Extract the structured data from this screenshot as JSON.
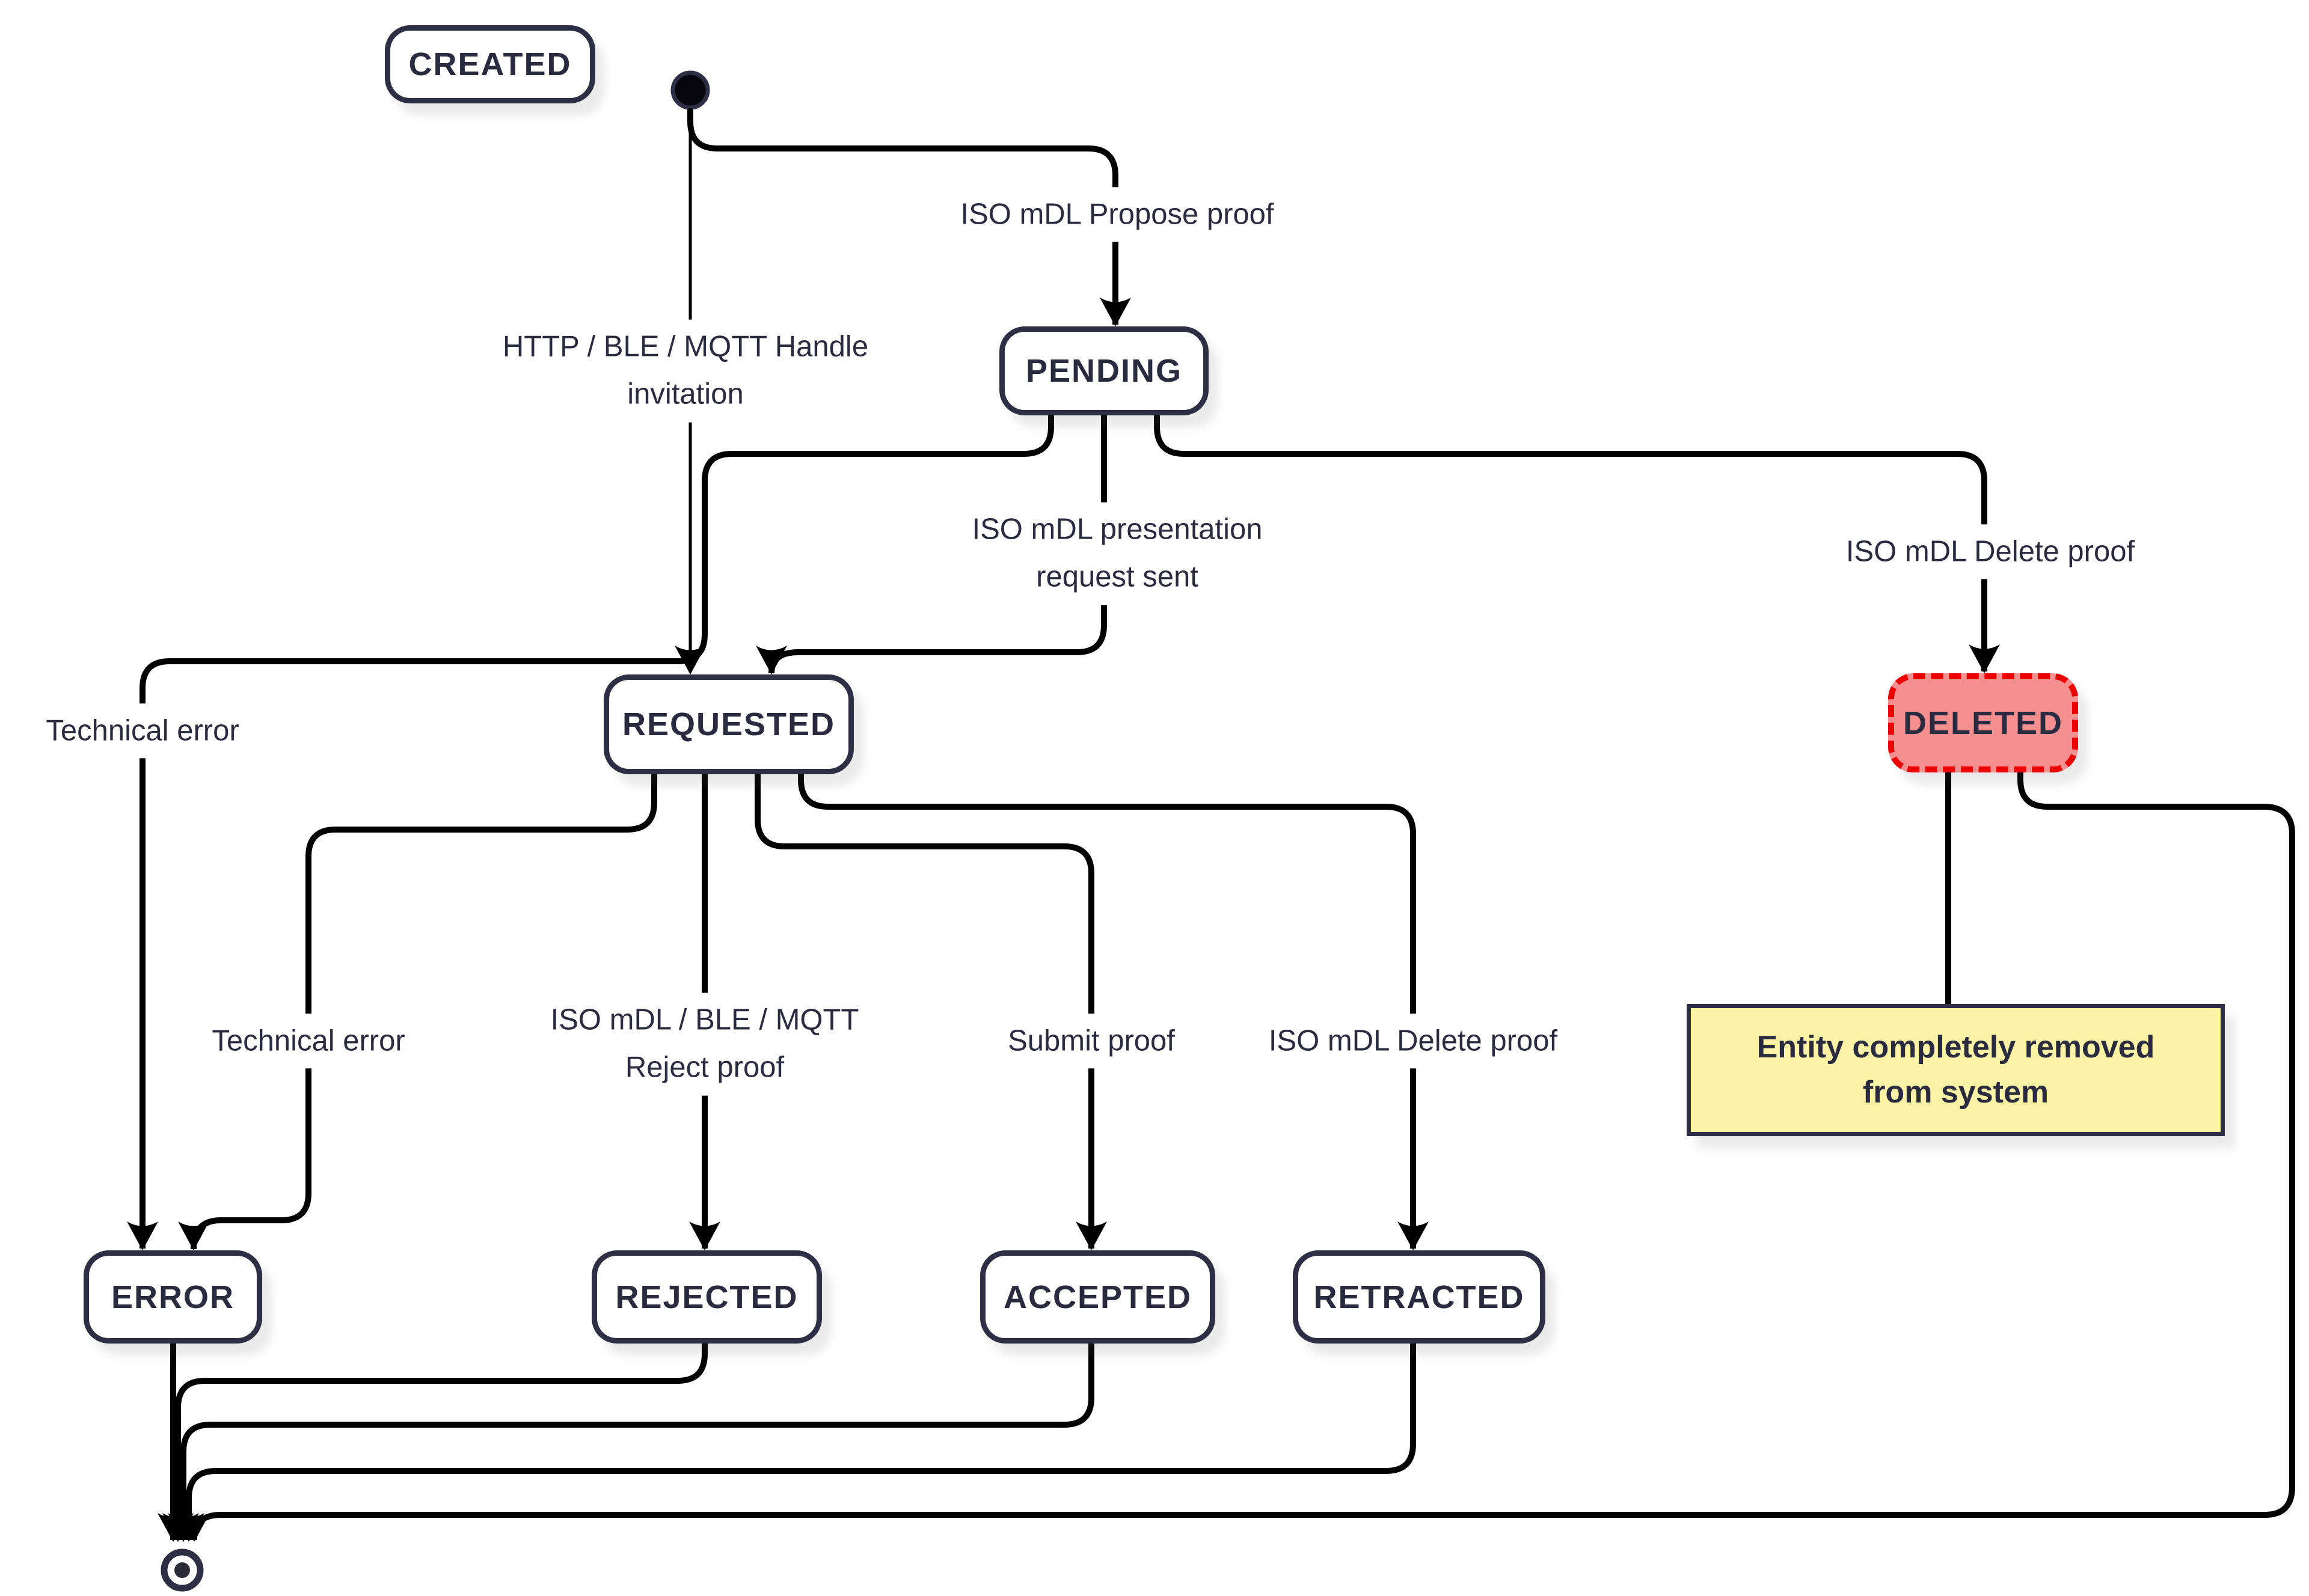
{
  "diagram": {
    "states": {
      "created": "CREATED",
      "pending": "PENDING",
      "requested": "REQUESTED",
      "deleted": "DELETED",
      "error": "ERROR",
      "rejected": "REJECTED",
      "accepted": "ACCEPTED",
      "retracted": "RETRACTED"
    },
    "edges": {
      "propose_proof": "ISO mDL Propose proof",
      "handle_invitation": [
        "HTTP / BLE / MQTT Handle",
        "invitation"
      ],
      "presentation_request": [
        "ISO mDL presentation",
        "request sent"
      ],
      "delete_from_pending": "ISO mDL Delete proof",
      "technical_error_pending": "Technical error",
      "technical_error_requested": "Technical error",
      "reject_proof": [
        "ISO mDL / BLE / MQTT",
        "Reject proof"
      ],
      "submit_proof": "Submit proof",
      "delete_from_requested": "ISO mDL Delete proof"
    },
    "note": [
      "Entity completely removed",
      "from system"
    ],
    "colors": {
      "state_border": "#2e2e44",
      "text": "#2b2b40",
      "edge": "#000000",
      "deleted_fill": "#f69090",
      "deleted_border": "#ee0000",
      "note_fill": "#fcf3a6",
      "bg": "#ffffff"
    }
  }
}
